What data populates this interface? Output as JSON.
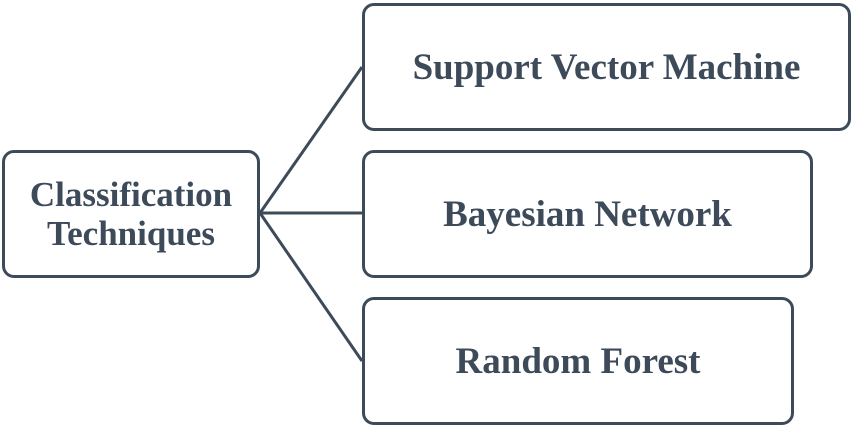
{
  "root": {
    "line1": "Classification",
    "line2": "Techniques"
  },
  "children": [
    {
      "label": "Support Vector Machine"
    },
    {
      "label": "Bayesian Network"
    },
    {
      "label": "Random Forest"
    }
  ],
  "colors": {
    "stroke": "#3d4a5a",
    "text": "#3d4a5a",
    "background": "#ffffff"
  }
}
